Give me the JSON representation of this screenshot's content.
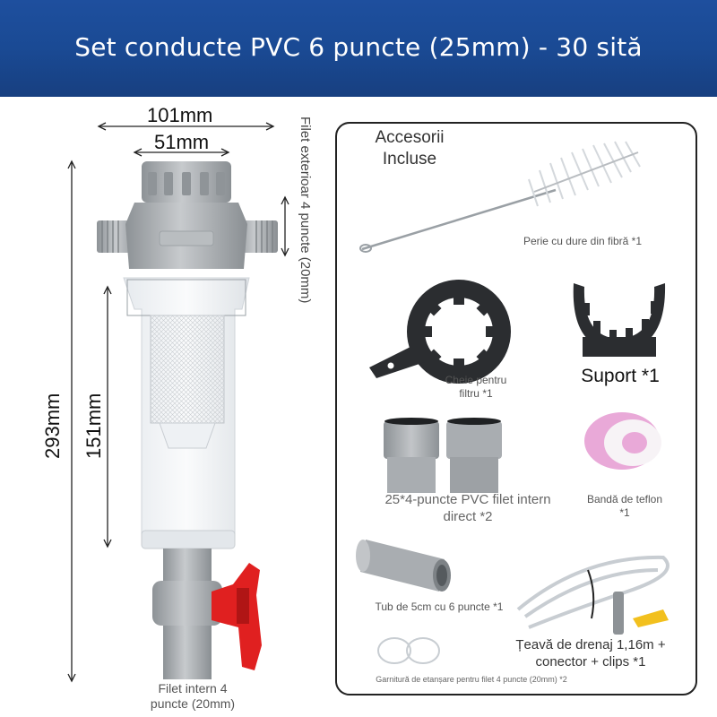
{
  "header": {
    "title": "Set conducte PVC 6 puncte (25mm) - 30 sită"
  },
  "dimensions": {
    "width_total": "101mm",
    "width_inner": "51mm",
    "height_total": "293mm",
    "height_filter": "151mm",
    "thread_top": "Filet exterioar 4 puncte (20mm)",
    "thread_bottom": "Filet intern 4 puncte (20mm)"
  },
  "accessories": {
    "title": "Accesorii Incluse",
    "items": [
      {
        "id": "brush",
        "label": "Perie cu dure din fibră *1"
      },
      {
        "id": "wrench",
        "label": "Cheie pentru filtru *1"
      },
      {
        "id": "support",
        "label": "Suport *1"
      },
      {
        "id": "connector",
        "label": "25*4-puncte PVC filet intern direct *2"
      },
      {
        "id": "teflon",
        "label": "Bandă de teflon *1"
      },
      {
        "id": "tube",
        "label": "Tub de 5cm cu 6 puncte *1"
      },
      {
        "id": "drain",
        "label": "Țeavă de drenaj 1,16m + conector + clips *1"
      },
      {
        "id": "gasket",
        "label": "Garnitură de etanșare pentru filet 4 puncte (20mm) *2"
      }
    ]
  },
  "colors": {
    "header_bg": "#1a4a94",
    "valve_handle": "#e02020",
    "pvc_grey": "#a9adb1",
    "teflon_pink": "#e9a9d8"
  }
}
